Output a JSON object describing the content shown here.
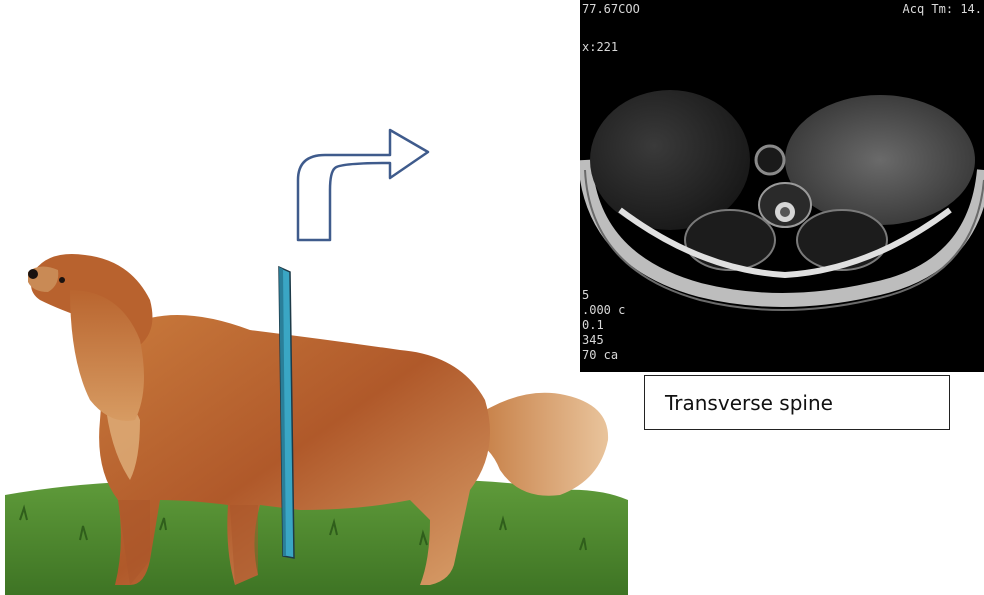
{
  "mri": {
    "header_left": "77.67COO",
    "header_right": "Acq Tm: 14.",
    "subheader_left": "x:221",
    "side_values": [
      "5",
      ".000 c",
      "0.1",
      "345",
      "70 ca"
    ]
  },
  "label": {
    "text": "Transverse spine"
  },
  "icons": {
    "arrow": "bent-arrow-up-right-icon",
    "slice_marker": "transverse-slice-bar-icon"
  },
  "colors": {
    "arrow_stroke": "#3f5b8c",
    "slice_bar": "#3aa6c4",
    "grass": "#4f8a2d",
    "dog_fur": "#b8622e"
  }
}
